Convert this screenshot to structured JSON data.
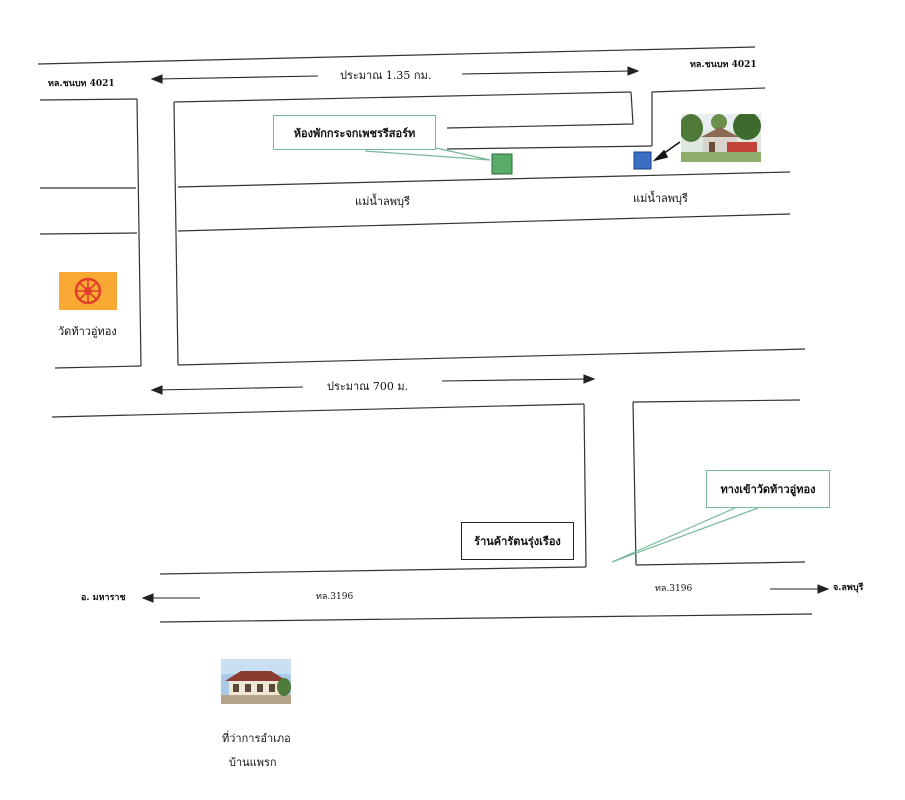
{
  "distances": {
    "top": "ประมาณ 1.35 กม.",
    "middle": "ประมาณ 700 ม."
  },
  "roads": {
    "top_left": "ทล.ชนบท 4021",
    "top_right": "ทล.ชนบท 4021",
    "river_left": "แม่น้ำลพบุรี",
    "river_right": "แม่น้ำลพบุรี",
    "highway_left": "ทล.3196",
    "highway_right": "ทล.3196"
  },
  "destinations": {
    "west": "อ. มหาราช",
    "east": "จ.ลพบุรี"
  },
  "places": {
    "resort": "ห้องพักกระจกเพชรรีสอร์ท",
    "temple": "วัดท้าวอู่ทอง",
    "shop": "ร้านค้ารัตนรุ่งเรือง",
    "temple_entrance": "ทางเข้าวัดท้าวอู่ทอง",
    "district_office_line1": "ที่ว่าการอำเภอ",
    "district_office_line2": "บ้านแพรก"
  },
  "colors": {
    "road_line": "#333333",
    "callout_border": "#79b898",
    "resort_marker": "#5aaa68",
    "destination_marker": "#3a6fc4",
    "temple_bg": "#f7a934",
    "temple_wheel": "#e0402a"
  },
  "icons": {
    "temple": "dharma-wheel-icon",
    "resort_marker": "green-square-marker",
    "destination_marker": "blue-square-marker"
  }
}
